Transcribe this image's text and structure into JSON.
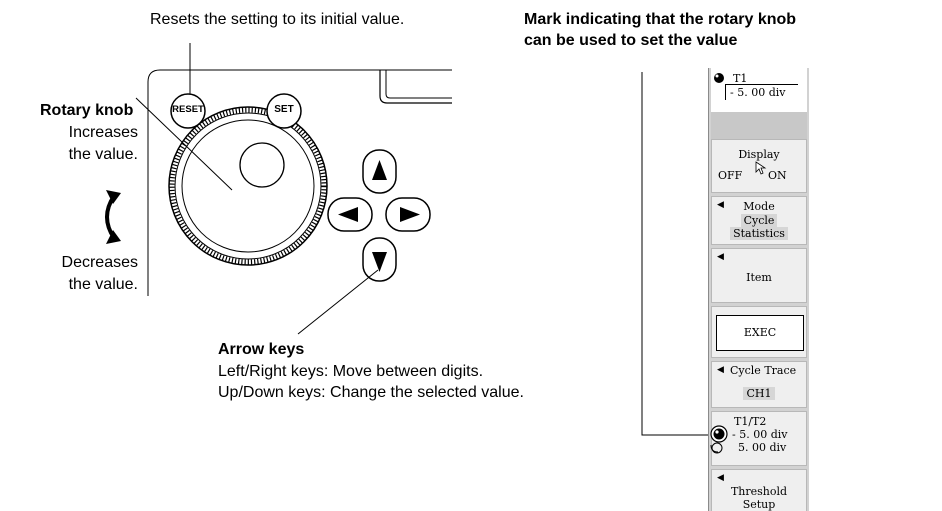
{
  "annotations": {
    "reset_note": "Resets the setting to its initial value.",
    "mark_line1": "Mark indicating that the rotary knob",
    "mark_line2": "can be used to set the value",
    "knob_title": "Rotary knob",
    "increase_1": "Increases",
    "increase_2": "the value.",
    "decrease_1": "Decreases",
    "decrease_2": "the value.",
    "arrow_title": "Arrow keys",
    "arrow_lr": "Left/Right keys: Move between digits.",
    "arrow_ud": "Up/Down keys: Change the selected value."
  },
  "buttons": {
    "reset": "RESET",
    "set": "SET"
  },
  "menu": {
    "t1_label": "T1",
    "t1_value": "- 5. 00 div",
    "display_label": "Display",
    "display_off": "OFF",
    "display_on": "ON",
    "mode_label": "Mode",
    "mode_value_1": "Cycle",
    "mode_value_2": "Statistics",
    "item_label": "Item",
    "exec_label": "EXEC",
    "cycle_trace_label": "Cycle Trace",
    "cycle_trace_value": "CH1",
    "t1t2_label": "T1/T2",
    "t1t2_value1": "- 5. 00 div",
    "t1t2_value2": "5. 00 div",
    "threshold_1": "Threshold",
    "threshold_2": "Setup"
  },
  "colors": {
    "panel": "#d2d2d2",
    "box": "#efefef",
    "line": "#000000"
  }
}
